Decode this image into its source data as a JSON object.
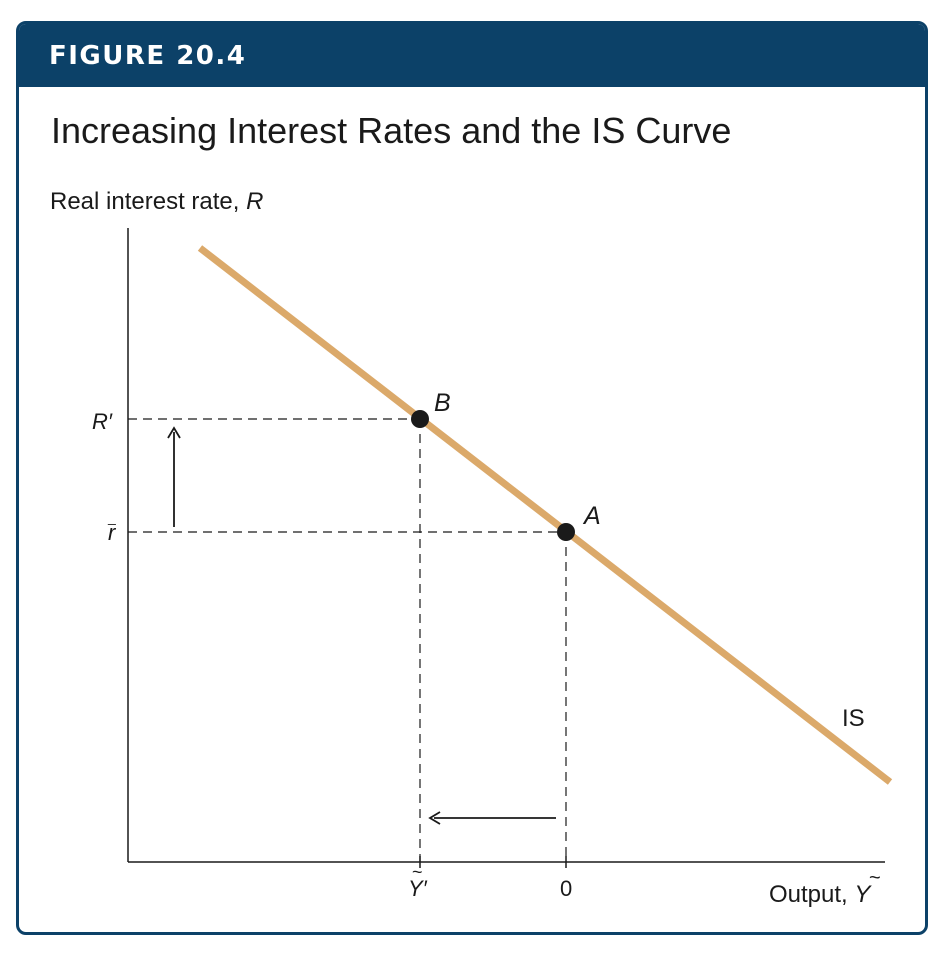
{
  "figure": {
    "label": "FIGURE 20.4",
    "title": "Increasing Interest Rates and the IS Curve"
  },
  "axes": {
    "y_label_prefix": "Real interest rate, ",
    "y_label_var": "R",
    "x_label_prefix": "Output, ",
    "x_label_var": "Y",
    "x_label_accent": "~",
    "y_ticks": {
      "r_prime": "R′",
      "r_bar": "r",
      "r_bar_accent": "_"
    },
    "x_ticks": {
      "y_prime": "Y′",
      "y_prime_accent": "~",
      "zero": "0"
    }
  },
  "curve": {
    "label": "IS",
    "color": "#dba96a"
  },
  "points": {
    "a": "A",
    "b": "B"
  },
  "colors": {
    "header": "#0c4168",
    "ink": "#1a1a1a"
  }
}
